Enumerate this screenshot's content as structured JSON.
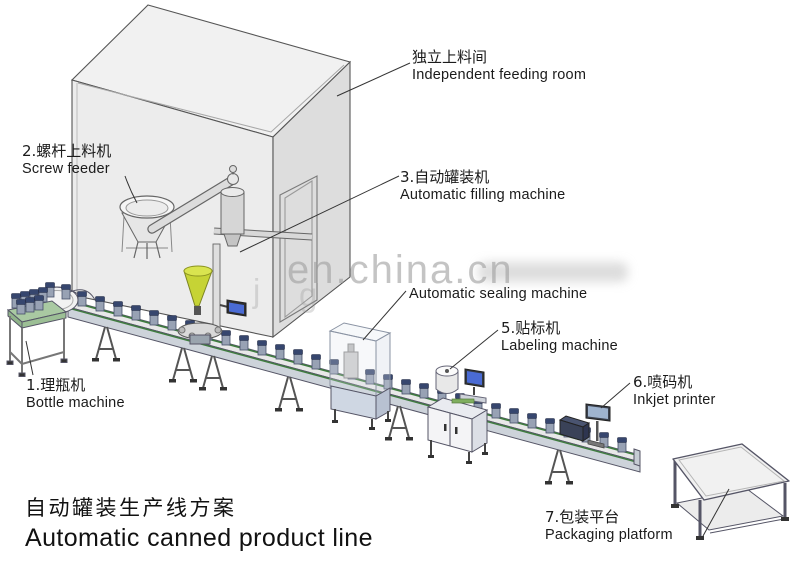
{
  "page": {
    "background": "#ffffff"
  },
  "watermark": {
    "main": "en.china.cn",
    "fragment_1": "j",
    "fragment_2": "g"
  },
  "title": {
    "cn": "自动罐装生产线方案",
    "en": "Automatic canned product line"
  },
  "labels": {
    "feeding_room": {
      "cn": "独立上料间",
      "en": "Independent feeding room"
    },
    "screw_feeder": {
      "cn": "2.螺杆上料机",
      "en": "Screw feeder"
    },
    "filling_machine": {
      "cn": "3.自动罐装机",
      "en": "Automatic filling machine"
    },
    "sealing_machine": {
      "en": "Automatic sealing machine"
    },
    "labeling_machine": {
      "cn": "5.贴标机",
      "en": "Labeling machine"
    },
    "inkjet_printer": {
      "cn": "6.喷码机",
      "en": "Inkjet printer"
    },
    "bottle_machine": {
      "cn": "1.理瓶机",
      "en": "Bottle machine"
    },
    "packaging_platform": {
      "cn": "7.包装平台",
      "en": "Packaging platform"
    }
  },
  "colors": {
    "line": "#555555",
    "hopper_yellow": "#c6d335",
    "screen_blue": "#4a6bd4",
    "cap_navy": "#36466e",
    "table_green": "#a9c9a2",
    "belt_green": "#3f7d3f",
    "cabinet_blue": "#cfd7e3",
    "watermark_gray": "#9e9e9e"
  }
}
